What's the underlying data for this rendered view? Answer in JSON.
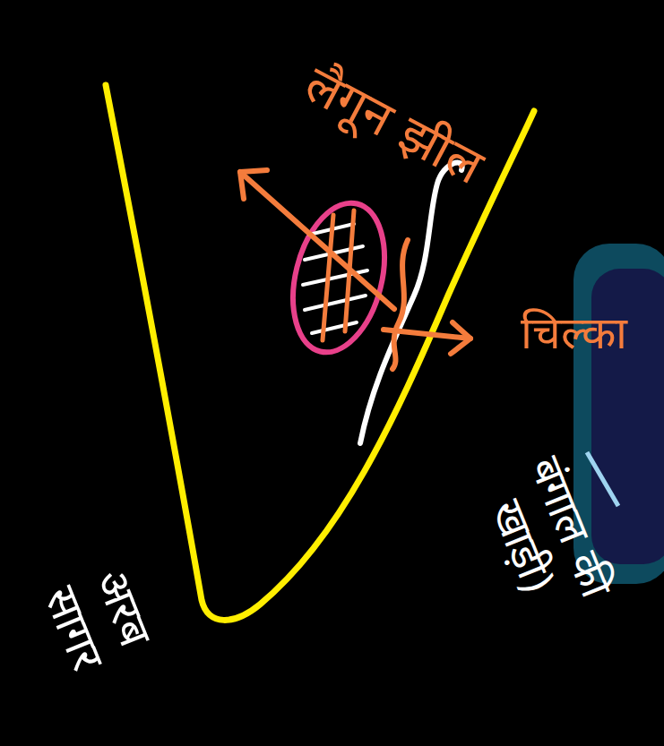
{
  "diagram": {
    "labels": [
      "लैगून झील",
      "चिल्का",
      "बंगाल की खाड़ी)",
      "अरब सागर"
    ]
  }
}
